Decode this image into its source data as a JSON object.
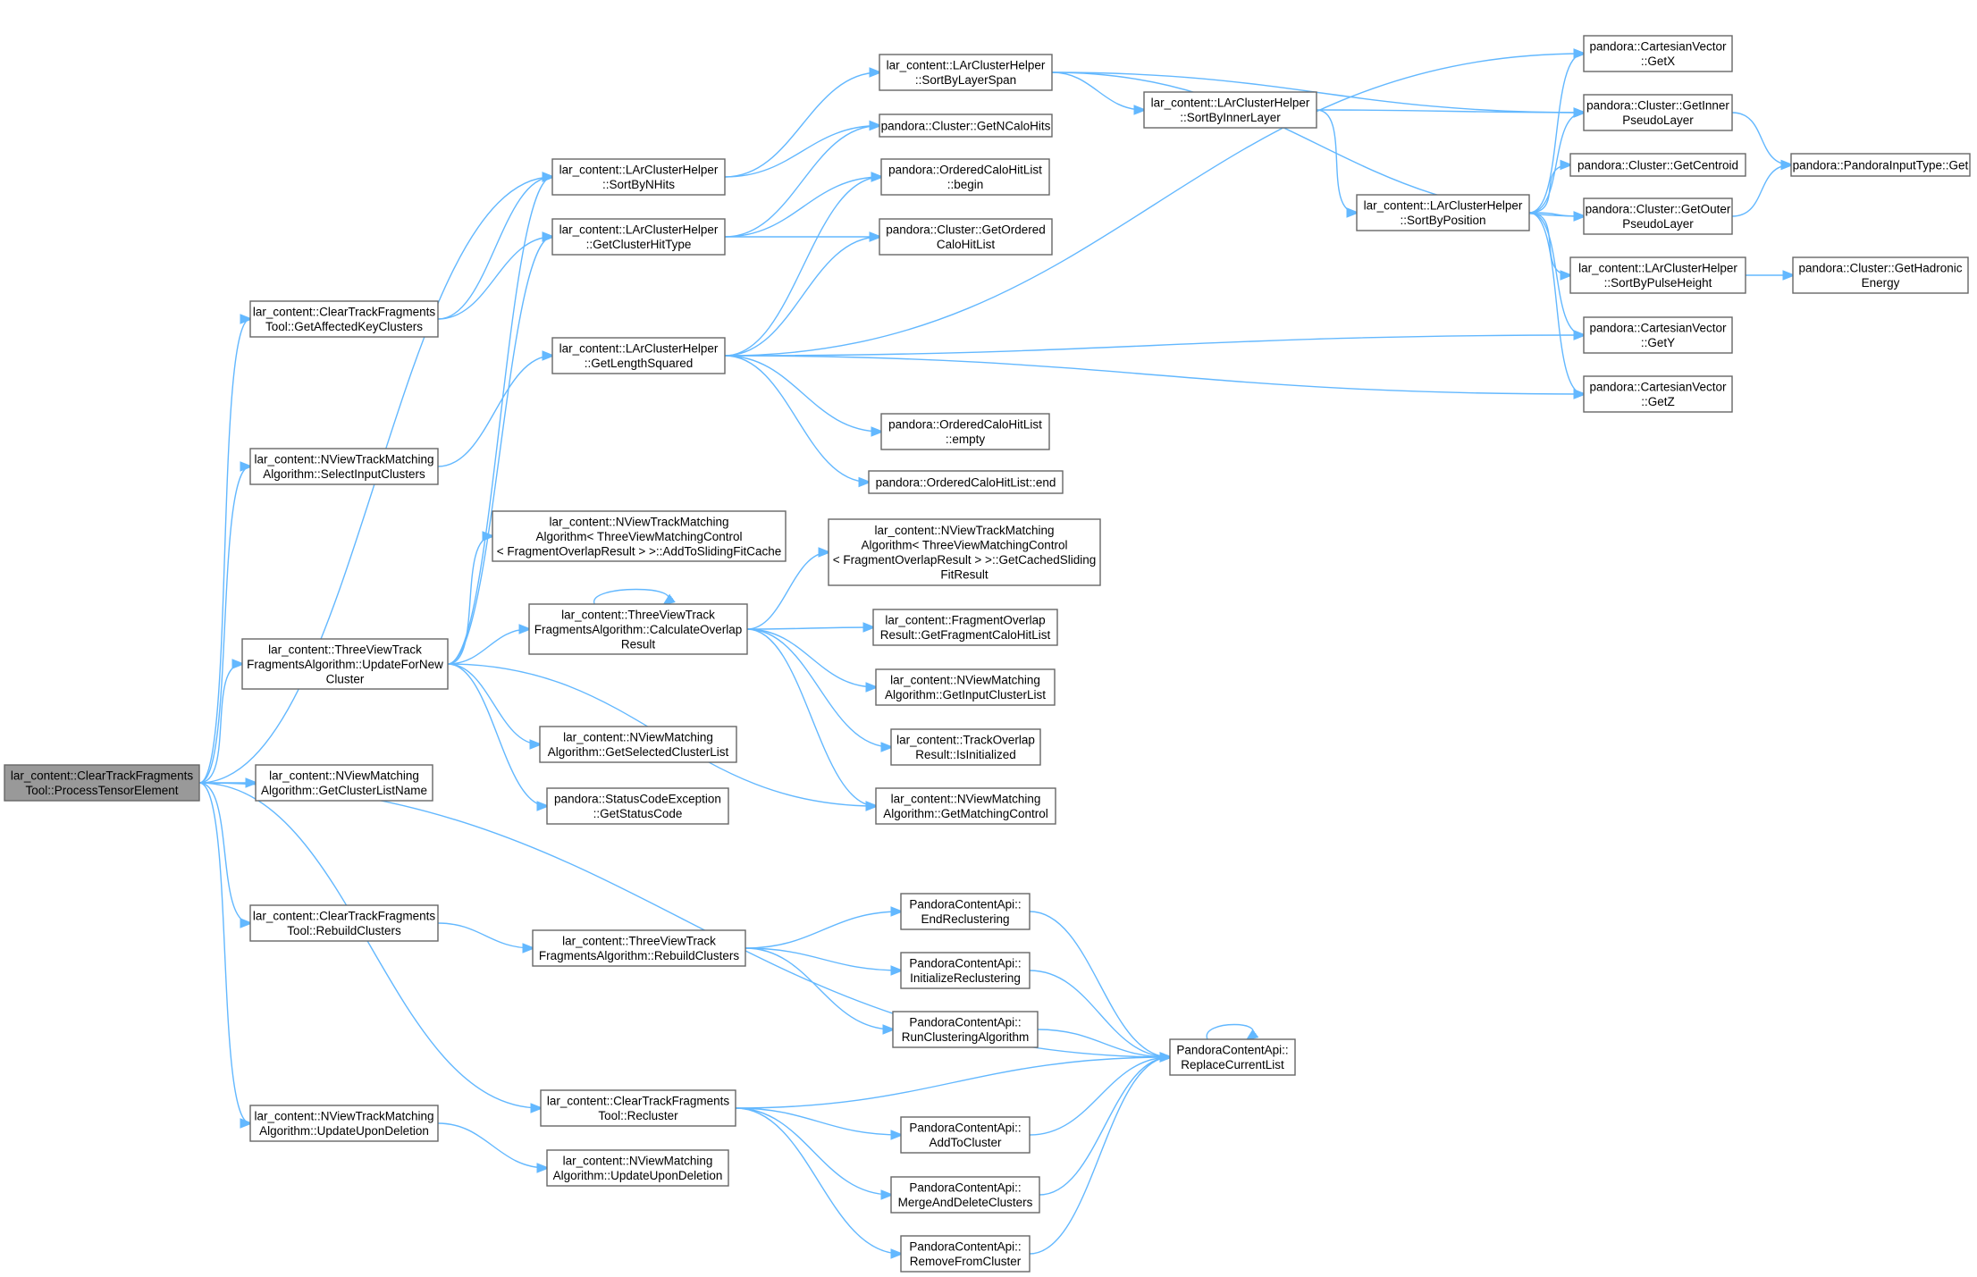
{
  "graph": {
    "nodes": [
      {
        "id": "root",
        "lines": [
          "lar_content::ClearTrackFragments",
          "Tool::ProcessTensorElement"
        ],
        "root": true
      },
      {
        "id": "getAffected",
        "lines": [
          "lar_content::ClearTrackFragments",
          "Tool::GetAffectedKeyClusters"
        ]
      },
      {
        "id": "selectInput",
        "lines": [
          "lar_content::NViewTrackMatching",
          "Algorithm::SelectInputClusters"
        ]
      },
      {
        "id": "updateForNew",
        "lines": [
          "lar_content::ThreeViewTrack",
          "FragmentsAlgorithm::UpdateForNew",
          "Cluster"
        ]
      },
      {
        "id": "getClusterListName",
        "lines": [
          "lar_content::NViewMatching",
          "Algorithm::GetClusterListName"
        ]
      },
      {
        "id": "rebuildClustersTool",
        "lines": [
          "lar_content::ClearTrackFragments",
          "Tool::RebuildClusters"
        ]
      },
      {
        "id": "updateUponDeletionTrack",
        "lines": [
          "lar_content::NViewTrackMatching",
          "Algorithm::UpdateUponDeletion"
        ]
      },
      {
        "id": "sortByNHits",
        "lines": [
          "lar_content::LArClusterHelper",
          "::SortByNHits"
        ]
      },
      {
        "id": "getClusterHitType",
        "lines": [
          "lar_content::LArClusterHelper",
          "::GetClusterHitType"
        ]
      },
      {
        "id": "getLengthSquared",
        "lines": [
          "lar_content::LArClusterHelper",
          "::GetLengthSquared"
        ]
      },
      {
        "id": "addToSlidingFitCache",
        "lines": [
          "lar_content::NViewTrackMatching",
          "Algorithm< ThreeViewMatchingControl",
          "< FragmentOverlapResult > >::AddToSlidingFitCache"
        ]
      },
      {
        "id": "calculateOverlap",
        "lines": [
          "lar_content::ThreeViewTrack",
          "FragmentsAlgorithm::CalculateOverlap",
          "Result"
        ]
      },
      {
        "id": "getSelectedClusterList",
        "lines": [
          "lar_content::NViewMatching",
          "Algorithm::GetSelectedClusterList"
        ]
      },
      {
        "id": "getStatusCode",
        "lines": [
          "pandora::StatusCodeException",
          "::GetStatusCode"
        ]
      },
      {
        "id": "rebuildClustersAlg",
        "lines": [
          "lar_content::ThreeViewTrack",
          "FragmentsAlgorithm::RebuildClusters"
        ]
      },
      {
        "id": "recluster",
        "lines": [
          "lar_content::ClearTrackFragments",
          "Tool::Recluster"
        ]
      },
      {
        "id": "updateUponDeletionMatch",
        "lines": [
          "lar_content::NViewMatching",
          "Algorithm::UpdateUponDeletion"
        ]
      },
      {
        "id": "sortByLayerSpan",
        "lines": [
          "lar_content::LArClusterHelper",
          "::SortByLayerSpan"
        ]
      },
      {
        "id": "getNCaloHits",
        "lines": [
          "pandora::Cluster::GetNCaloHits"
        ]
      },
      {
        "id": "begin",
        "lines": [
          "pandora::OrderedCaloHitList",
          "::begin"
        ]
      },
      {
        "id": "getOrderedCaloHitList",
        "lines": [
          "pandora::Cluster::GetOrdered",
          "CaloHitList"
        ]
      },
      {
        "id": "empty",
        "lines": [
          "pandora::OrderedCaloHitList",
          "::empty"
        ]
      },
      {
        "id": "end",
        "lines": [
          "pandora::OrderedCaloHitList::end"
        ]
      },
      {
        "id": "getCachedSlidingFit",
        "lines": [
          "lar_content::NViewTrackMatching",
          "Algorithm< ThreeViewMatchingControl",
          "< FragmentOverlapResult > >::GetCachedSliding",
          "FitResult"
        ]
      },
      {
        "id": "getFragmentCaloHitList",
        "lines": [
          "lar_content::FragmentOverlap",
          "Result::GetFragmentCaloHitList"
        ]
      },
      {
        "id": "getInputClusterList",
        "lines": [
          "lar_content::NViewMatching",
          "Algorithm::GetInputClusterList"
        ]
      },
      {
        "id": "isInitialized",
        "lines": [
          "lar_content::TrackOverlap",
          "Result::IsInitialized"
        ]
      },
      {
        "id": "getMatchingControl",
        "lines": [
          "lar_content::NViewMatching",
          "Algorithm::GetMatchingControl"
        ]
      },
      {
        "id": "endReclustering",
        "lines": [
          "PandoraContentApi::",
          "EndReclustering"
        ]
      },
      {
        "id": "initializeReclustering",
        "lines": [
          "PandoraContentApi::",
          "InitializeReclustering"
        ]
      },
      {
        "id": "runClusteringAlgorithm",
        "lines": [
          "PandoraContentApi::",
          "RunClusteringAlgorithm"
        ]
      },
      {
        "id": "replaceCurrentList",
        "lines": [
          "PandoraContentApi::",
          "ReplaceCurrentList"
        ]
      },
      {
        "id": "addToCluster",
        "lines": [
          "PandoraContentApi::",
          "AddToCluster"
        ]
      },
      {
        "id": "mergeAndDelete",
        "lines": [
          "PandoraContentApi::",
          "MergeAndDeleteClusters"
        ]
      },
      {
        "id": "removeFromCluster",
        "lines": [
          "PandoraContentApi::",
          "RemoveFromCluster"
        ]
      },
      {
        "id": "sortByInnerLayer",
        "lines": [
          "lar_content::LArClusterHelper",
          "::SortByInnerLayer"
        ]
      },
      {
        "id": "sortByPosition",
        "lines": [
          "lar_content::LArClusterHelper",
          "::SortByPosition"
        ]
      },
      {
        "id": "getX",
        "lines": [
          "pandora::CartesianVector",
          "::GetX"
        ]
      },
      {
        "id": "getInnerPseudoLayer",
        "lines": [
          "pandora::Cluster::GetInner",
          "PseudoLayer"
        ]
      },
      {
        "id": "getCentroid",
        "lines": [
          "pandora::Cluster::GetCentroid"
        ]
      },
      {
        "id": "getOuterPseudoLayer",
        "lines": [
          "pandora::Cluster::GetOuter",
          "PseudoLayer"
        ]
      },
      {
        "id": "sortByPulseHeight",
        "lines": [
          "lar_content::LArClusterHelper",
          "::SortByPulseHeight"
        ]
      },
      {
        "id": "getY",
        "lines": [
          "pandora::CartesianVector",
          "::GetY"
        ]
      },
      {
        "id": "getZ",
        "lines": [
          "pandora::CartesianVector",
          "::GetZ"
        ]
      },
      {
        "id": "pandoraInputGet",
        "lines": [
          "pandora::PandoraInputType::Get"
        ]
      },
      {
        "id": "getHadronicEnergy",
        "lines": [
          "pandora::Cluster::GetHadronic",
          "Energy"
        ]
      }
    ],
    "edges": [
      [
        "root",
        "sortByNHits"
      ],
      [
        "root",
        "getAffected"
      ],
      [
        "root",
        "selectInput"
      ],
      [
        "root",
        "updateForNew"
      ],
      [
        "root",
        "getClusterListName"
      ],
      [
        "root",
        "replaceCurrentList"
      ],
      [
        "root",
        "rebuildClustersTool"
      ],
      [
        "root",
        "recluster"
      ],
      [
        "root",
        "updateUponDeletionTrack"
      ],
      [
        "getAffected",
        "sortByNHits"
      ],
      [
        "getAffected",
        "getClusterHitType"
      ],
      [
        "selectInput",
        "getLengthSquared"
      ],
      [
        "updateForNew",
        "sortByNHits"
      ],
      [
        "updateForNew",
        "getClusterHitType"
      ],
      [
        "updateForNew",
        "addToSlidingFitCache"
      ],
      [
        "updateForNew",
        "calculateOverlap"
      ],
      [
        "updateForNew",
        "getSelectedClusterList"
      ],
      [
        "updateForNew",
        "getStatusCode"
      ],
      [
        "updateForNew",
        "getMatchingControl"
      ],
      [
        "sortByNHits",
        "sortByLayerSpan"
      ],
      [
        "sortByNHits",
        "getNCaloHits"
      ],
      [
        "getClusterHitType",
        "getNCaloHits"
      ],
      [
        "getClusterHitType",
        "begin"
      ],
      [
        "getClusterHitType",
        "getOrderedCaloHitList"
      ],
      [
        "getLengthSquared",
        "begin"
      ],
      [
        "getLengthSquared",
        "getOrderedCaloHitList"
      ],
      [
        "getLengthSquared",
        "getX"
      ],
      [
        "getLengthSquared",
        "getY"
      ],
      [
        "getLengthSquared",
        "getZ"
      ],
      [
        "getLengthSquared",
        "empty"
      ],
      [
        "getLengthSquared",
        "end"
      ],
      [
        "calculateOverlap",
        "calculateOverlap"
      ],
      [
        "calculateOverlap",
        "getCachedSlidingFit"
      ],
      [
        "calculateOverlap",
        "getFragmentCaloHitList"
      ],
      [
        "calculateOverlap",
        "getInputClusterList"
      ],
      [
        "calculateOverlap",
        "isInitialized"
      ],
      [
        "calculateOverlap",
        "getMatchingControl"
      ],
      [
        "sortByLayerSpan",
        "sortByInnerLayer"
      ],
      [
        "sortByLayerSpan",
        "getInnerPseudoLayer"
      ],
      [
        "sortByLayerSpan",
        "getOuterPseudoLayer"
      ],
      [
        "sortByInnerLayer",
        "getInnerPseudoLayer"
      ],
      [
        "sortByInnerLayer",
        "sortByPosition"
      ],
      [
        "sortByPosition",
        "getX"
      ],
      [
        "sortByPosition",
        "getInnerPseudoLayer"
      ],
      [
        "sortByPosition",
        "getCentroid"
      ],
      [
        "sortByPosition",
        "getOuterPseudoLayer"
      ],
      [
        "sortByPosition",
        "sortByPulseHeight"
      ],
      [
        "sortByPosition",
        "getY"
      ],
      [
        "sortByPosition",
        "getZ"
      ],
      [
        "getInnerPseudoLayer",
        "pandoraInputGet"
      ],
      [
        "getOuterPseudoLayer",
        "pandoraInputGet"
      ],
      [
        "sortByPulseHeight",
        "getHadronicEnergy"
      ],
      [
        "rebuildClustersTool",
        "rebuildClustersAlg"
      ],
      [
        "rebuildClustersAlg",
        "endReclustering"
      ],
      [
        "rebuildClustersAlg",
        "initializeReclustering"
      ],
      [
        "rebuildClustersAlg",
        "runClusteringAlgorithm"
      ],
      [
        "endReclustering",
        "replaceCurrentList"
      ],
      [
        "initializeReclustering",
        "replaceCurrentList"
      ],
      [
        "runClusteringAlgorithm",
        "replaceCurrentList"
      ],
      [
        "replaceCurrentList",
        "replaceCurrentList"
      ],
      [
        "recluster",
        "replaceCurrentList"
      ],
      [
        "recluster",
        "addToCluster"
      ],
      [
        "recluster",
        "mergeAndDelete"
      ],
      [
        "recluster",
        "removeFromCluster"
      ],
      [
        "addToCluster",
        "replaceCurrentList"
      ],
      [
        "mergeAndDelete",
        "replaceCurrentList"
      ],
      [
        "removeFromCluster",
        "replaceCurrentList"
      ],
      [
        "updateUponDeletionTrack",
        "updateUponDeletionMatch"
      ]
    ],
    "colors": {
      "edge": "#63b8ff",
      "node_border": "#666666",
      "root_fill": "#999999"
    }
  }
}
